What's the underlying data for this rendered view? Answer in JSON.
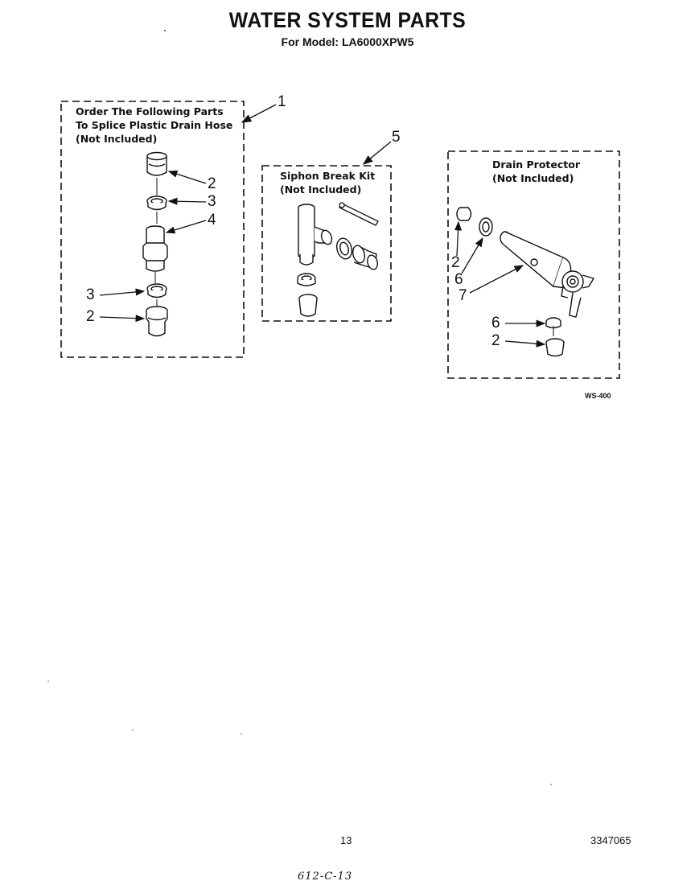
{
  "header": {
    "title": "WATER SYSTEM PARTS",
    "subtitle": "For Model: LA6000XPW5"
  },
  "box1": {
    "callout": "1",
    "lines": [
      "Order The Following Parts",
      "To Splice Plastic Drain Hose",
      "(Not Included)"
    ],
    "labels": [
      "2",
      "3",
      "4",
      "3",
      "2"
    ]
  },
  "box2": {
    "callout": "5",
    "lines": [
      "Siphon Break Kit",
      "(Not Included)"
    ]
  },
  "box3": {
    "lines": [
      "Drain Protector",
      "(Not Included)"
    ],
    "labels": [
      "2",
      "6",
      "7",
      "6",
      "2"
    ]
  },
  "figure_code": "WS-400",
  "footer": {
    "page_number": "13",
    "doc_number": "3347065",
    "handwritten": "612-C-13"
  }
}
